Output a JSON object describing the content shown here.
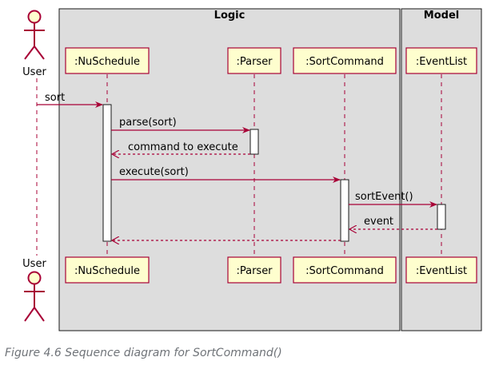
{
  "boxes": {
    "logic": "Logic",
    "model": "Model"
  },
  "actor": {
    "label": "User"
  },
  "participants": {
    "nuschedule": ":NuSchedule",
    "parser": ":Parser",
    "sortcommand": ":SortCommand",
    "eventlist": ":EventList"
  },
  "messages": {
    "sort": "sort",
    "parse": "parse(sort)",
    "command_to_execute": "command to execute",
    "execute": "execute(sort)",
    "sort_event": "sortEvent()",
    "event": "event"
  },
  "caption": "Figure 4.6 Sequence diagram for SortCommand()",
  "colors": {
    "box_fill": "#dddddd",
    "box_border": "#181818",
    "participant_fill": "#fefece",
    "arrow": "#a80036",
    "actor_stroke": "#a80036",
    "actor_fill": "#fefece",
    "lifeline": "#a80036",
    "caption": "#6f7378"
  }
}
